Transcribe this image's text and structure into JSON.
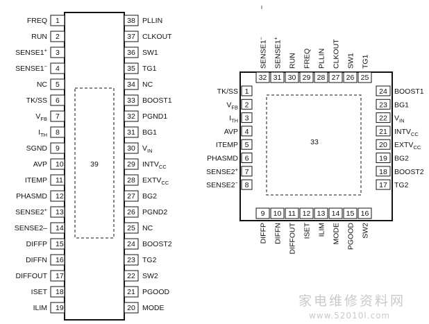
{
  "ssop": {
    "left": [
      {
        "n": "1",
        "name": "FREQ"
      },
      {
        "n": "2",
        "name": "RUN"
      },
      {
        "n": "3",
        "name": "SENSE1",
        "sup": "+"
      },
      {
        "n": "4",
        "name": "SENSE1",
        "sup": "−"
      },
      {
        "n": "5",
        "name": "NC"
      },
      {
        "n": "6",
        "name": "TK/SS"
      },
      {
        "n": "7",
        "name": "V",
        "sub": "FB"
      },
      {
        "n": "8",
        "name": "I",
        "sub": "TH"
      },
      {
        "n": "9",
        "name": "SGND"
      },
      {
        "n": "10",
        "name": "AVP"
      },
      {
        "n": "11",
        "name": "ITEMP"
      },
      {
        "n": "12",
        "name": "PHASMD"
      },
      {
        "n": "13",
        "name": "SENSE2",
        "sup": "+"
      },
      {
        "n": "14",
        "name": "SENSE2–"
      },
      {
        "n": "15",
        "name": "DIFFP"
      },
      {
        "n": "16",
        "name": "DIFFN"
      },
      {
        "n": "17",
        "name": "DIFFOUT"
      },
      {
        "n": "18",
        "name": "ISET"
      },
      {
        "n": "19",
        "name": "ILIM"
      }
    ],
    "right": [
      {
        "n": "38",
        "name": "PLLIN"
      },
      {
        "n": "37",
        "name": "CLKOUT"
      },
      {
        "n": "36",
        "name": "SW1"
      },
      {
        "n": "35",
        "name": "TG1"
      },
      {
        "n": "34",
        "name": "NC"
      },
      {
        "n": "33",
        "name": "BOOST1"
      },
      {
        "n": "32",
        "name": "PGND1"
      },
      {
        "n": "31",
        "name": "BG1"
      },
      {
        "n": "30",
        "name": "V",
        "sub": "IN"
      },
      {
        "n": "29",
        "name": "INTV",
        "sub": "CC"
      },
      {
        "n": "28",
        "name": "EXTV",
        "sub": "CC"
      },
      {
        "n": "27",
        "name": "BG2"
      },
      {
        "n": "26",
        "name": "PGND2"
      },
      {
        "n": "25",
        "name": "NC"
      },
      {
        "n": "24",
        "name": "BOOST2"
      },
      {
        "n": "23",
        "name": "TG2"
      },
      {
        "n": "22",
        "name": "SW2"
      },
      {
        "n": "21",
        "name": "PGOOD"
      },
      {
        "n": "20",
        "name": "MODE"
      }
    ],
    "center": "39"
  },
  "qfn": {
    "top": [
      {
        "n": "32",
        "name": "SENSE1",
        "sup": "−"
      },
      {
        "n": "31",
        "name": "SENSE1",
        "sup": "+"
      },
      {
        "n": "30",
        "name": "RUN"
      },
      {
        "n": "29",
        "name": "FREQ"
      },
      {
        "n": "28",
        "name": "PLLIN"
      },
      {
        "n": "27",
        "name": "CLKOUT"
      },
      {
        "n": "26",
        "name": "SW1"
      },
      {
        "n": "25",
        "name": "TG1"
      }
    ],
    "left": [
      {
        "n": "1",
        "name": "TK/SS"
      },
      {
        "n": "2",
        "name": "V",
        "sub": "FB"
      },
      {
        "n": "3",
        "name": "I",
        "sub": "TH"
      },
      {
        "n": "4",
        "name": "AVP"
      },
      {
        "n": "5",
        "name": "ITEMP"
      },
      {
        "n": "6",
        "name": "PHASMD"
      },
      {
        "n": "7",
        "name": "SENSE2",
        "sup": "+"
      },
      {
        "n": "8",
        "name": "SENSE2",
        "sup": "−"
      }
    ],
    "right": [
      {
        "n": "24",
        "name": "BOOST1"
      },
      {
        "n": "23",
        "name": "BG1"
      },
      {
        "n": "22",
        "name": "V",
        "sub": "IN"
      },
      {
        "n": "21",
        "name": "INTV",
        "sub": "CC"
      },
      {
        "n": "20",
        "name": "EXTV",
        "sub": "CC"
      },
      {
        "n": "19",
        "name": "BG2"
      },
      {
        "n": "18",
        "name": "BOOST2"
      },
      {
        "n": "17",
        "name": "TG2"
      }
    ],
    "bottom": [
      {
        "n": "9",
        "name": "DIFFP"
      },
      {
        "n": "10",
        "name": "DIFFN"
      },
      {
        "n": "11",
        "name": "DIFFOUT"
      },
      {
        "n": "12",
        "name": "ISET"
      },
      {
        "n": "13",
        "name": "ILIM"
      },
      {
        "n": "14",
        "name": "MODE"
      },
      {
        "n": "15",
        "name": "PGOOD"
      },
      {
        "n": "16",
        "name": "SW2"
      }
    ],
    "center": "33"
  },
  "watermark": {
    "cn": "家电维修资料网",
    "url": "www.52010l.com"
  }
}
